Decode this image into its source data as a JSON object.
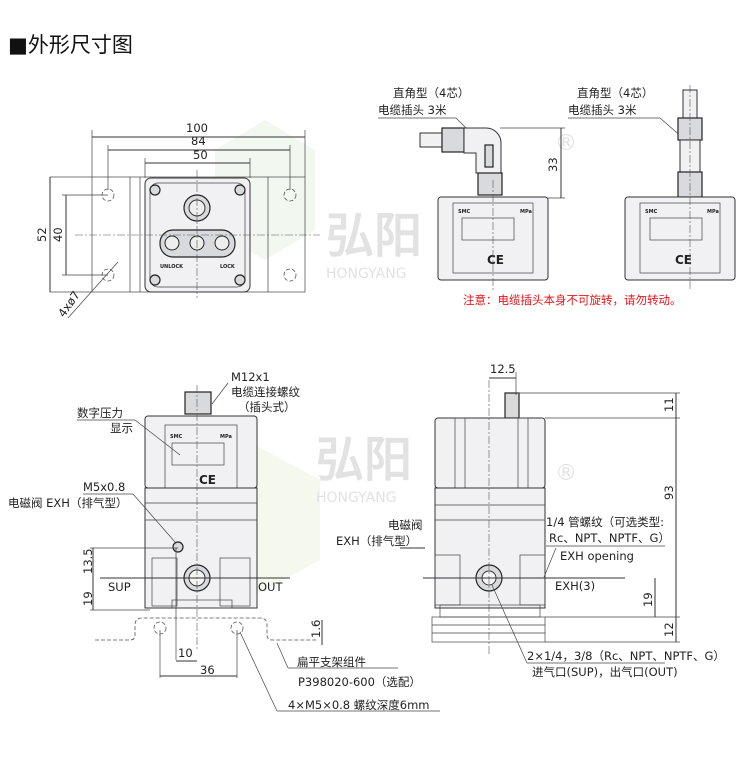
{
  "title": "■外形尺寸图",
  "watermark": {
    "brand_cn": "弘阳",
    "brand_en": "HONGYANG",
    "registered": "®"
  },
  "top_view": {
    "dim_100": "100",
    "dim_84": "84",
    "dim_50": "50",
    "dim_52": "52",
    "dim_40": "40",
    "holes": "4xø7",
    "unlock": "UNLOCK",
    "lock": "LOCK"
  },
  "connector_right_angle": {
    "type": "直角型（4芯）",
    "cable": "电缆插头 3米",
    "dim_33": "33",
    "brand": "SMC",
    "unit": "MPa"
  },
  "connector_straight": {
    "type": "直角型（4芯）",
    "cable": "电缆插头 3米",
    "brand": "SMC",
    "unit": "MPa"
  },
  "warning": "注意：电缆插头本身不可旋转，请勿转动。",
  "front_view": {
    "m12": "M12x1",
    "thread": "电缆连接螺纹",
    "plug": "（插头式）",
    "display_1": "数字压力",
    "display_2": "显示",
    "m5": "M5x0.8",
    "exh": "电磁阀 EXH（排气型）",
    "dim_13_5": "13.5",
    "dim_19": "19",
    "sup": "SUP",
    "out": "OUT",
    "dim_1_6": "1.6",
    "dim_10": "10",
    "dim_36": "36",
    "bracket": "扁平支架组件",
    "bracket_part": "P398020-600（选配）",
    "screws": "4×M5×0.8 螺纹深度6mm",
    "ce": "CE"
  },
  "side_view": {
    "dim_12_5": "12.5",
    "dim_11": "11",
    "dim_93": "93",
    "dim_19": "19",
    "dim_12": "12",
    "valve_1": "电磁阀",
    "valve_2": "EXH（排气型）",
    "pipe_1": "1/4 管螺纹（可选类型:",
    "pipe_2": "Rc、NPT、NPTF、G）",
    "exh_opening": "EXH opening",
    "exh3": "EXH(3)",
    "ports_1": "2×1/4，3/8（Rc、NPT、NPTF、G）",
    "ports_2": "进气口(SUP)，出气口(OUT)"
  }
}
